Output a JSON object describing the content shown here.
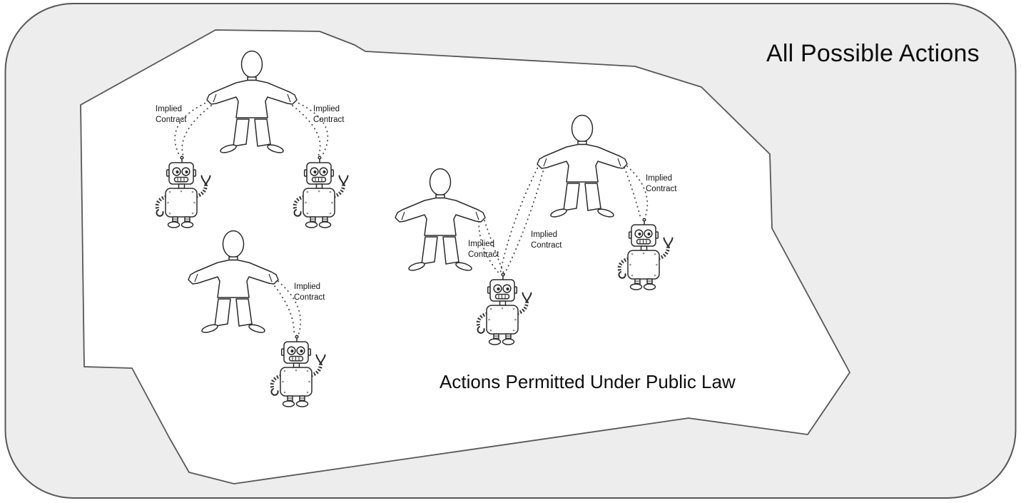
{
  "outer_region": {
    "label": "All Possible Actions",
    "fill": "#ededed",
    "border_color": "#575757"
  },
  "inner_region": {
    "label": "Actions Permitted Under Public Law",
    "fill": "#ffffff",
    "border_color": "#575757"
  },
  "colors": {
    "line_art": "#2b2b2b",
    "dotted_link": "#4d4d4d",
    "text": "#0d0d0d"
  },
  "figures": {
    "humans": [
      {
        "id": "human-1"
      },
      {
        "id": "human-2"
      },
      {
        "id": "human-3"
      },
      {
        "id": "human-4"
      }
    ],
    "robots": [
      {
        "id": "robot-1"
      },
      {
        "id": "robot-2"
      },
      {
        "id": "robot-3"
      },
      {
        "id": "robot-4"
      },
      {
        "id": "robot-5"
      }
    ]
  },
  "connections": [
    {
      "label": "Implied\nContract",
      "from": "human-1",
      "to": "robot-1"
    },
    {
      "label": "Implied\nContract",
      "from": "human-1",
      "to": "robot-2"
    },
    {
      "label": "Implied\nContract",
      "from": "human-2",
      "to": "robot-3"
    },
    {
      "label": "Implied\nContract",
      "from": "human-3",
      "to": "robot-4"
    },
    {
      "label": "Implied\nContract",
      "from": "human-4",
      "to": "robot-4"
    },
    {
      "label": "Implied\nContract",
      "from": "human-4",
      "to": "robot-5"
    }
  ]
}
